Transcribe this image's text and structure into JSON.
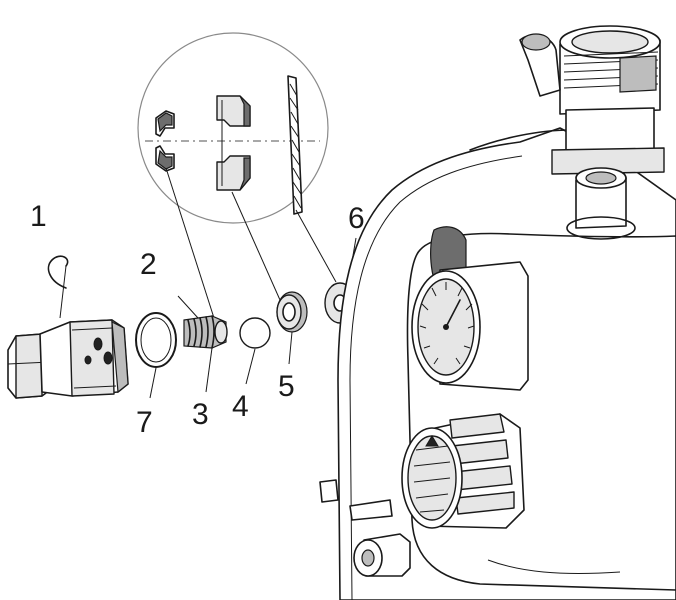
{
  "figure": {
    "callouts": [
      {
        "id": "1",
        "text": "1"
      },
      {
        "id": "2",
        "text": "2"
      },
      {
        "id": "3",
        "text": "3"
      },
      {
        "id": "4",
        "text": "4"
      },
      {
        "id": "5",
        "text": "5"
      },
      {
        "id": "6",
        "text": "6"
      },
      {
        "id": "7",
        "text": "7"
      }
    ],
    "colors": {
      "line": "#1a1a1a",
      "shade_light": "#e6e6e6",
      "shade_mid": "#bdbdbd",
      "shade_dark": "#6d6d6d"
    }
  }
}
